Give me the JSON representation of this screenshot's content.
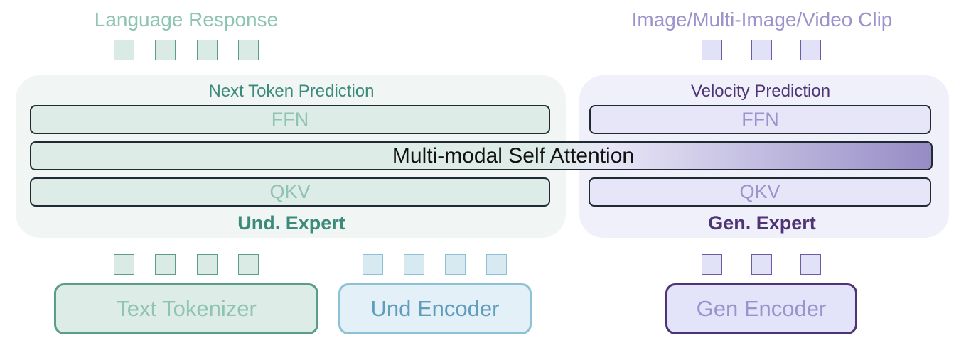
{
  "top_labels": {
    "language_response": "Language Response",
    "image_output": "Image/Multi-Image/Video Clip"
  },
  "und_expert": {
    "head": "Next Token Prediction",
    "ffn": "FFN",
    "qkv": "QKV",
    "title": "Und. Expert"
  },
  "gen_expert": {
    "head": "Velocity Prediction",
    "ffn": "FFN",
    "qkv": "QKV",
    "title": "Gen. Expert"
  },
  "attention": {
    "label": "Multi-modal Self Attention"
  },
  "encoders": {
    "text_tokenizer": "Text Tokenizer",
    "und_encoder": "Und Encoder",
    "gen_encoder": "Gen Encoder"
  },
  "colors": {
    "und_accent": "#3c8a7b",
    "gen_accent": "#4e3474",
    "und_light_text": "#8fc3b3",
    "gen_light_text": "#9b94cc"
  }
}
